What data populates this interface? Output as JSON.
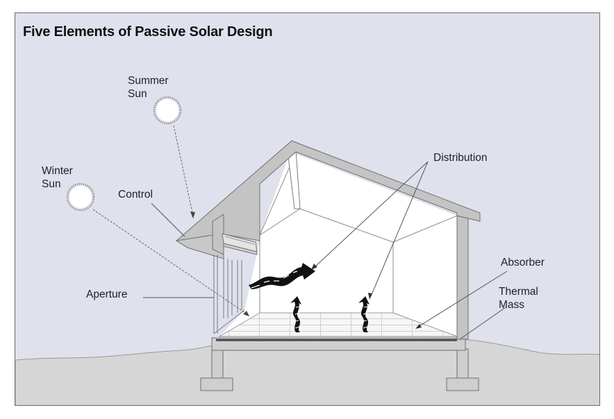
{
  "title": "Five Elements of Passive Solar Design",
  "labels": {
    "summer_sun": [
      "Summer",
      "Sun"
    ],
    "winter_sun": [
      "Winter",
      "Sun"
    ],
    "control": "Control",
    "distribution": "Distribution",
    "aperture": "Aperture",
    "absorber": "Absorber",
    "thermal_mass": [
      "Thermal",
      "Mass"
    ]
  },
  "colors": {
    "sky": "#dfe1ec",
    "ground": "#d6d6d6",
    "frame": "#6a6a6a",
    "house_structure": "#c4c4c4",
    "arrow": "#111111"
  }
}
